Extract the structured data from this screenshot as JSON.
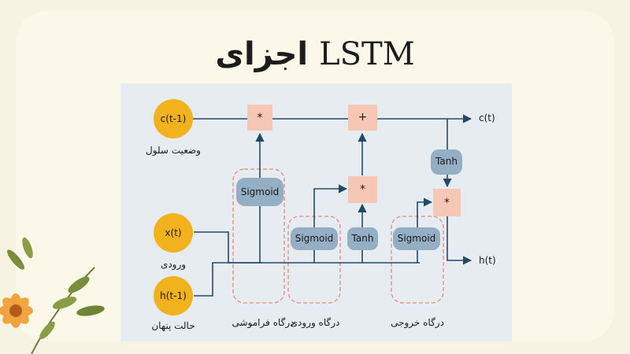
{
  "title": {
    "rtl_part": "اجزای",
    "latin_part": "LSTM"
  },
  "inputs": {
    "cell_prev": {
      "label": "c(t-1)",
      "caption": "وضعیت سلول"
    },
    "x": {
      "label": "x(t)",
      "caption": "ورودی"
    },
    "hidden_prev": {
      "label": "h(t-1)",
      "caption": "حالت پنهان"
    }
  },
  "outputs": {
    "cell": "c(t)",
    "hidden": "h(t)"
  },
  "operators": {
    "multiply": "*",
    "add": "+"
  },
  "activations": {
    "sigmoid": "Sigmoid",
    "tanh": "Tanh"
  },
  "gates": {
    "forget": "درگاه فراموشی",
    "input": "درگاه ورودی",
    "output": "درگاه خروجی"
  },
  "colors": {
    "circle": "#f2b21e",
    "op_box": "#f7c7b5",
    "activation": "#94aec4",
    "line": "#22496a",
    "gate_border": "#e58a7e",
    "panel": "#e6ecef"
  }
}
